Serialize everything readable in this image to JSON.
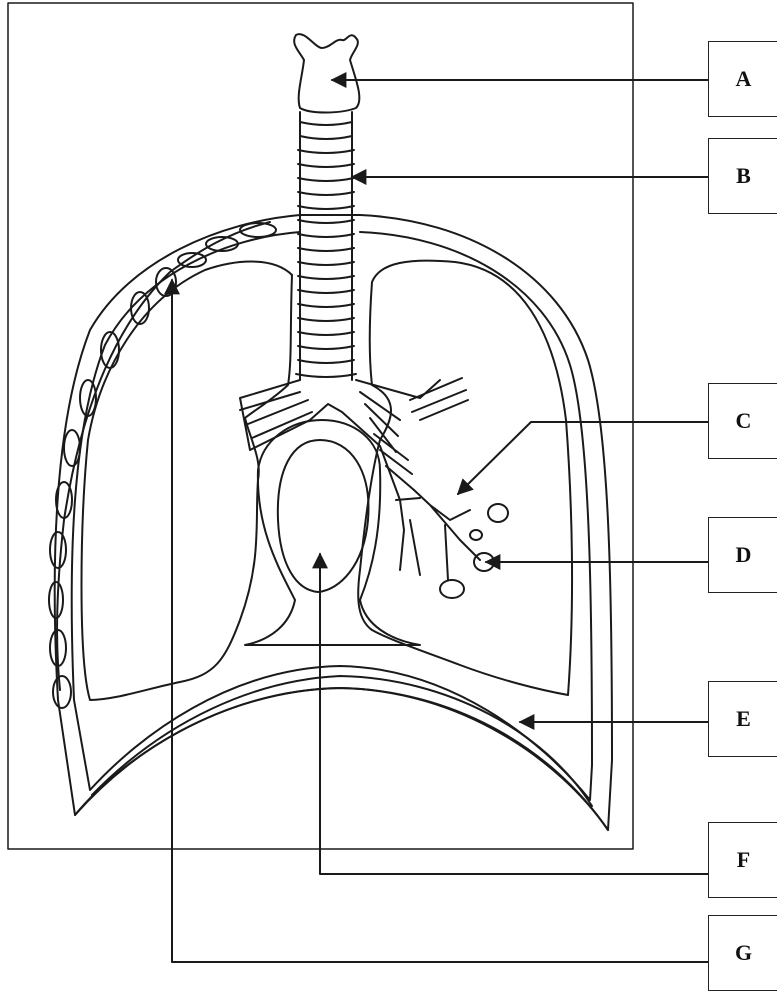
{
  "labels": {
    "a": "A",
    "b": "B",
    "c": "C",
    "d": "D",
    "e": "E",
    "f": "F",
    "g": "G"
  },
  "colors": {
    "line": "#1a1a1a",
    "background": "#ffffff"
  }
}
